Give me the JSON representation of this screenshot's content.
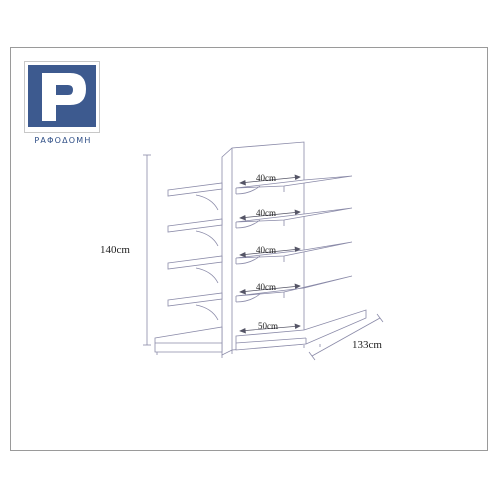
{
  "brand": {
    "name": "ΡΑΦΟΔΟΜΗ",
    "logo_letter": "P",
    "logo_color": "#3d5a8f"
  },
  "dimensions": {
    "height": "140cm",
    "length": "133cm",
    "shelf_depth_1": "40cm",
    "shelf_depth_2": "40cm",
    "shelf_depth_3": "40cm",
    "shelf_depth_4": "40cm",
    "base_depth": "50cm"
  },
  "colors": {
    "line": "#8a8aa8",
    "logo_blue": "#3d5a8f"
  }
}
